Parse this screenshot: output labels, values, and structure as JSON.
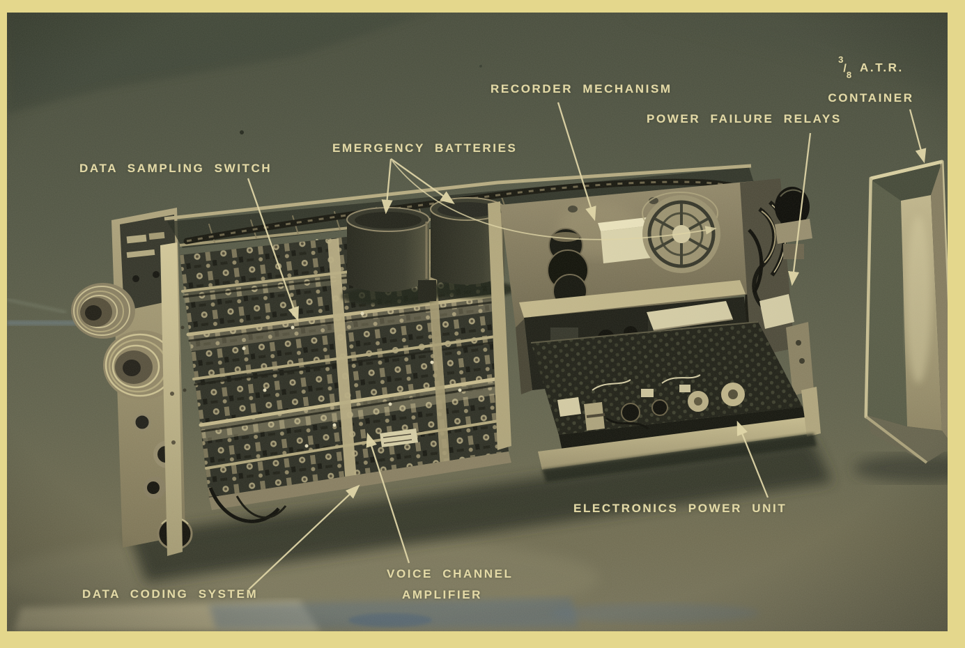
{
  "image": {
    "kind": "annotated vintage photograph",
    "subject": "Opened airborne data-recorder chassis with electronics modules, shown beside its empty 3/8 A.T.R. container on a plain backdrop",
    "tone": "sepia-olive monochrome print with cream paper border",
    "colors": {
      "paper_border": "#e4d78c",
      "backdrop_dark": "#4b5040",
      "backdrop_light": "#7e7a60",
      "label_text": "#e3d9a6",
      "leader_line": "#ded4a6",
      "metal_highlight": "#ccc195",
      "metal_shadow": "#1b1c14",
      "stain_blue": "#5c7186",
      "stain_beige": "#b3aa88"
    },
    "annotations": {
      "data_sampling_switch": "DATA SAMPLING SWITCH",
      "emergency_batteries": "EMERGENCY BATTERIES",
      "recorder_mechanism": "RECORDER MECHANISM",
      "power_failure_relays": "POWER FAILURE RELAYS",
      "atr_fraction_numerator": "3",
      "atr_fraction_slash": "/",
      "atr_fraction_denominator": "8",
      "atr_suffix": "A.T.R.",
      "atr_line2": "CONTAINER",
      "data_coding_system": "DATA CODING SYSTEM",
      "voice_channel_line1": "VOICE CHANNEL",
      "voice_channel_line2": "AMPLIFIER",
      "electronics_power_unit": "ELECTRONICS POWER UNIT"
    }
  }
}
